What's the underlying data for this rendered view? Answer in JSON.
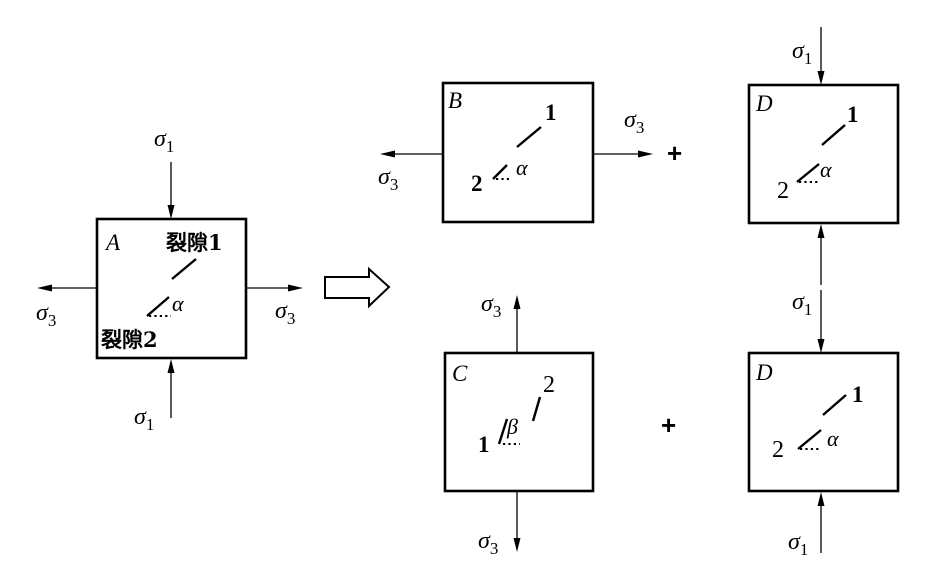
{
  "figure": {
    "description": "Decomposition of a rock specimen with two parallel cracks under biaxial stress into superposed loading states",
    "stress_symbol": "σ",
    "plus_sign": "+",
    "transform_arrow": "decomposes-into"
  },
  "panels": {
    "A": {
      "label": "A",
      "crack_1_label": "裂隙1",
      "crack_2_label": "裂隙2",
      "angle_label": "α",
      "loads": {
        "top": {
          "base": "σ",
          "sub": "1",
          "direction": "compression"
        },
        "bottom": {
          "base": "σ",
          "sub": "1",
          "direction": "compression"
        },
        "left": {
          "base": "σ",
          "sub": "3",
          "direction": "tension"
        },
        "right": {
          "base": "σ",
          "sub": "3",
          "direction": "tension"
        }
      }
    },
    "B": {
      "label": "B",
      "crack_1_label": "1",
      "crack_2_label": "2",
      "angle_label": "α",
      "loads": {
        "left": {
          "base": "σ",
          "sub": "3",
          "direction": "tension"
        },
        "right": {
          "base": "σ",
          "sub": "3",
          "direction": "tension"
        }
      }
    },
    "C": {
      "label": "C",
      "crack_1_label": "1",
      "crack_2_label": "2",
      "angle_label": "β",
      "loads": {
        "top": {
          "base": "σ",
          "sub": "3",
          "direction": "tension"
        },
        "bottom": {
          "base": "σ",
          "sub": "3",
          "direction": "tension"
        }
      }
    },
    "D_top": {
      "label": "D",
      "crack_1_label": "1",
      "crack_2_label": "2",
      "angle_label": "α",
      "loads": {
        "top": {
          "base": "σ",
          "sub": "1",
          "direction": "compression"
        },
        "bottom": {
          "base": "σ",
          "sub": "1",
          "direction": "compression"
        }
      }
    },
    "D_bottom": {
      "label": "D",
      "crack_1_label": "1",
      "crack_2_label": "2",
      "angle_label": "α",
      "loads": {
        "top": {
          "base": "σ",
          "sub": "1",
          "direction": "compression"
        },
        "bottom": {
          "base": "σ",
          "sub": "1",
          "direction": "compression"
        }
      }
    }
  },
  "operators": {
    "plus_top": "+",
    "plus_bottom": "+"
  }
}
